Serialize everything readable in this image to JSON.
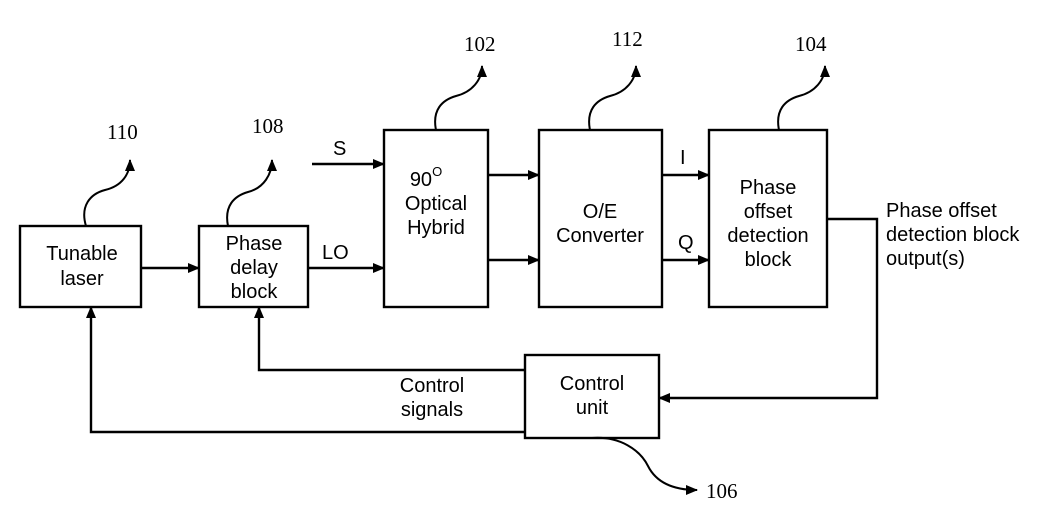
{
  "blocks": {
    "tunable_laser": {
      "line1": "Tunable",
      "line2": "laser",
      "ref": "110"
    },
    "phase_delay": {
      "line1": "Phase",
      "line2": "delay",
      "line3": "block",
      "ref": "108"
    },
    "hybrid": {
      "line1": "90",
      "sup": "O",
      "line2": "Optical",
      "line3": "Hybrid",
      "ref": "102"
    },
    "oe_converter": {
      "line1": "O/E",
      "line2": "Converter",
      "ref": "112"
    },
    "phase_offset": {
      "line1": "Phase",
      "line2": "offset",
      "line3": "detection",
      "line4": "block",
      "ref": "104"
    },
    "control_unit": {
      "line1": "Control",
      "line2": "unit",
      "ref": "106"
    }
  },
  "signals": {
    "s": "S",
    "lo": "LO",
    "i": "I",
    "q": "Q",
    "output_line1": "Phase offset",
    "output_line2": "detection block",
    "output_line3": "output(s)",
    "control_line1": "Control",
    "control_line2": "signals"
  }
}
